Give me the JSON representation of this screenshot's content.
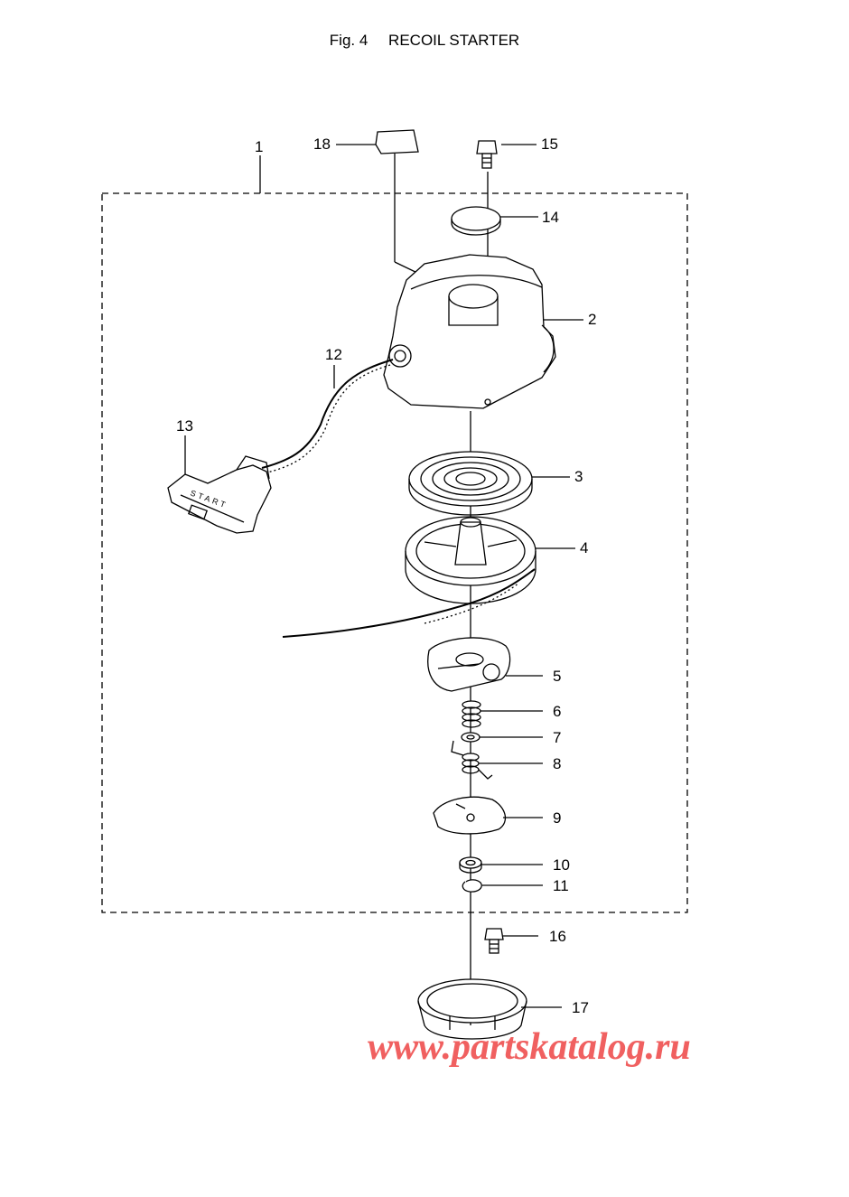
{
  "figure": {
    "number": "Fig. 4",
    "title": "RECOIL STARTER"
  },
  "callouts": [
    "1",
    "2",
    "3",
    "4",
    "5",
    "6",
    "7",
    "8",
    "9",
    "10",
    "11",
    "12",
    "13",
    "14",
    "15",
    "16",
    "17",
    "18"
  ],
  "handle_text": "START",
  "watermark": "www.partskatalog.ru",
  "colors": {
    "line": "#000000",
    "watermark": "#f06060",
    "background": "#ffffff"
  }
}
